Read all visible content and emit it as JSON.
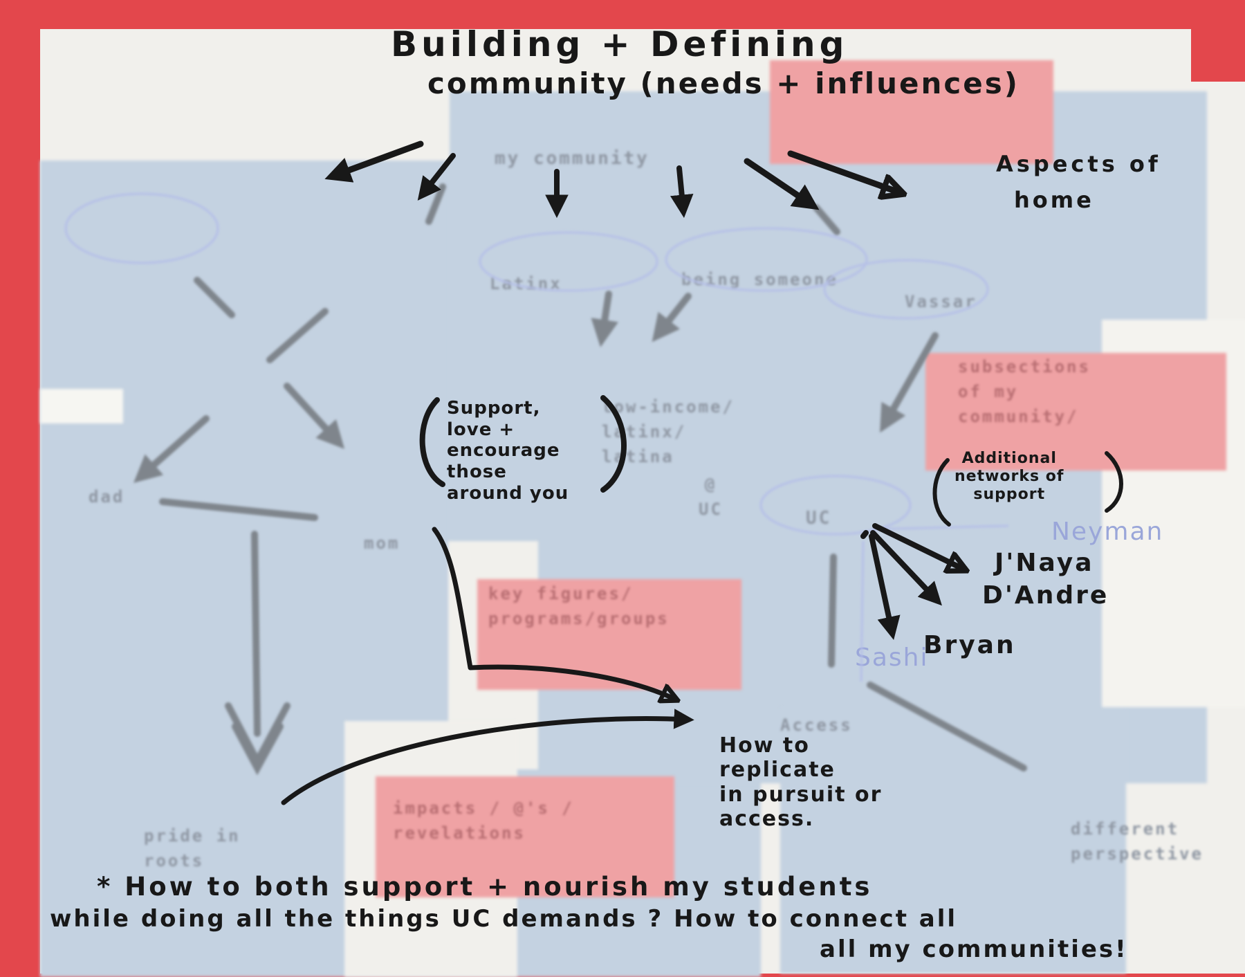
{
  "title": {
    "line1": "Building + Defining",
    "line2": "community (needs + influences)"
  },
  "aspects_label": {
    "line1": "Aspects of",
    "line2": "home"
  },
  "support_note": "Support,\nlove +\nencourage\nthose\naround you",
  "networks_note": "Additional\nnetworks of\nsupport",
  "names": {
    "n1": "J'Naya",
    "n2": "D'Andre",
    "n3": "Bryan"
  },
  "replicate_note": "How to\nreplicate\nin pursuit or\naccess.",
  "footer": {
    "line1": "* How to both support + nourish my students",
    "line2": "while doing all the things UC demands ? How to connect all",
    "line3": "all my communities!"
  },
  "background_page": {
    "neyman": "Neyman",
    "sashi": "Sashi",
    "community": "my community",
    "latinx": "Latinx",
    "being_someone": "being someone",
    "vassar": "Vassar",
    "low_income": "low-income/\nlatinx/\nlatina",
    "uc": "UC",
    "at_uc": "@\nUC",
    "dad": "dad",
    "mom": "mom",
    "pride": "pride in\nroots",
    "access": "Access",
    "different": "different\nperspective",
    "key_figures": "key figures/\nprograms/groups",
    "impacts": "impacts / @'s /\nrevelations",
    "subsections": "subsections\nof my\ncommunity/"
  },
  "colors": {
    "ink": "#181818",
    "frame": "#e3474c",
    "sticky": "#efa2a4",
    "under_blue": "#c4d2e1"
  }
}
